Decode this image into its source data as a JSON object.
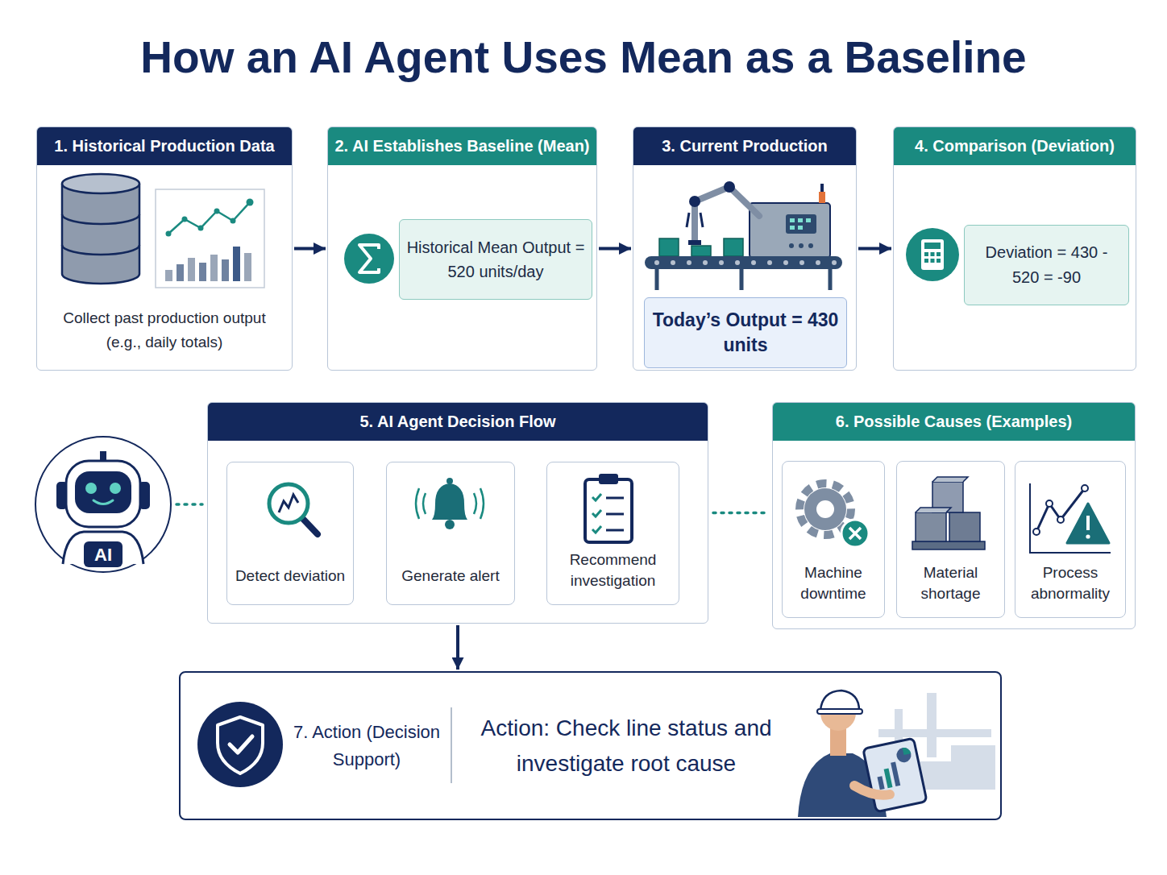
{
  "diagram": {
    "title": "How an AI Agent Uses Mean as a Baseline",
    "nodes": [
      {
        "text": [
          "1. Historical Production Data",
          "Collect past production output (e.g., daily totals)"
        ]
      },
      {
        "text": [
          "2. AI Establishes Baseline (Mean)"
        ]
      },
      {
        "text": [
          "Historical Mean Output = 520 units/day"
        ],
        "in": 1
      },
      {
        "text": [
          "3. Current Production"
        ]
      },
      {
        "text": [
          "Today’s Output = 430 units"
        ],
        "in": 3
      },
      {
        "text": [
          "4. Comparison (Deviation)"
        ]
      },
      {
        "text": [
          "Deviation = 430 - 520 = -90"
        ],
        "in": 5
      },
      {
        "text": [
          "AI"
        ]
      },
      {
        "text": [
          "5. AI Agent Decision Flow"
        ]
      },
      {
        "text": [
          "Detect deviation"
        ],
        "in": 8
      },
      {
        "text": [
          "Generate alert"
        ],
        "in": 8
      },
      {
        "text": [
          "Recommend investigation"
        ],
        "in": 8
      },
      {
        "text": [
          "6. Possible Causes (Examples)"
        ]
      },
      {
        "text": [
          "Machine downtime"
        ],
        "in": 12
      },
      {
        "text": [
          "Material shortage"
        ],
        "in": 12
      },
      {
        "text": [
          "Process abnormality"
        ],
        "in": 12
      },
      {
        "text": [
          "7. Action (Decision Support)",
          "Action: Check line status and investigate root cause"
        ]
      }
    ],
    "edges": [
      {
        "from": 0,
        "to": 1,
        "arrow": "to"
      },
      {
        "from": 1,
        "to": 3,
        "arrow": "to"
      },
      {
        "from": 3,
        "to": 5,
        "arrow": "to"
      },
      {
        "from": 7,
        "to": 8,
        "arrow": "none"
      },
      {
        "from": 9,
        "to": 10,
        "arrow": "to"
      },
      {
        "from": 10,
        "to": 11,
        "arrow": "to"
      },
      {
        "from": 8,
        "to": 12,
        "arrow": "none"
      },
      {
        "from": 8,
        "to": 16,
        "arrow": "to"
      }
    ]
  }
}
